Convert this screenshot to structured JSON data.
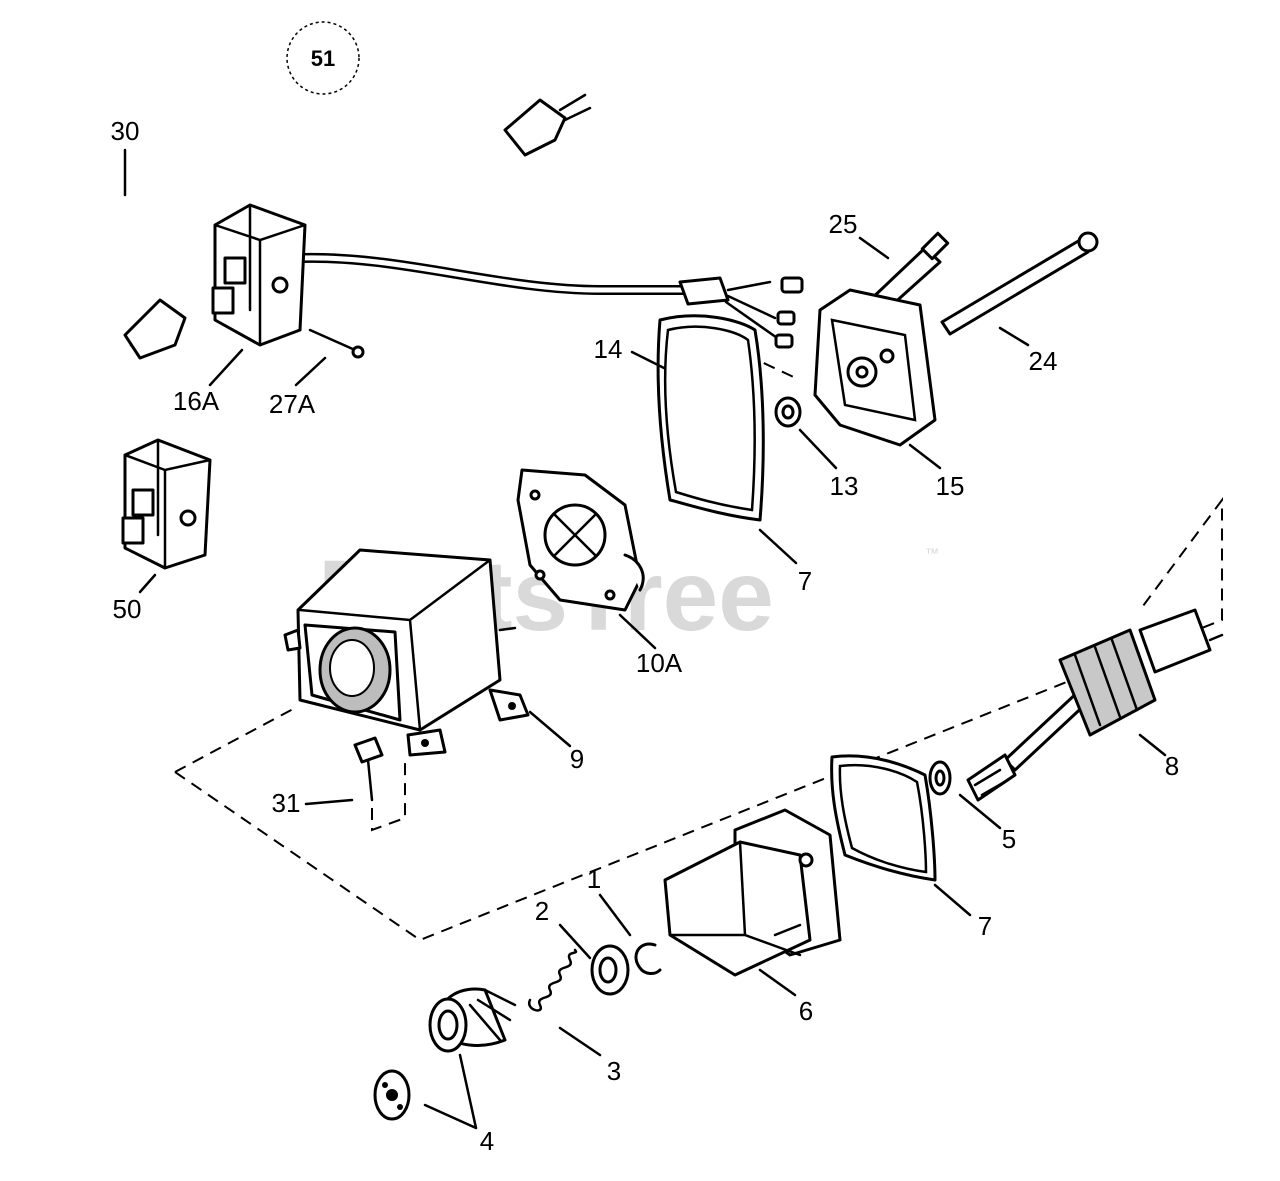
{
  "diagram_badge": "51",
  "watermark": {
    "text": "PartsTree",
    "tm": "™"
  },
  "labels": {
    "l30": "30",
    "l16A": "16A",
    "l27A": "27A",
    "l50": "50",
    "l25": "25",
    "l24": "24",
    "l14": "14",
    "l13": "13",
    "l15": "15",
    "l7a": "7",
    "l10A": "10A",
    "l9": "9",
    "l31": "31",
    "l8": "8",
    "l5": "5",
    "l7b": "7",
    "l1": "1",
    "l2": "2",
    "l3": "3",
    "l6": "6",
    "l4": "4"
  }
}
